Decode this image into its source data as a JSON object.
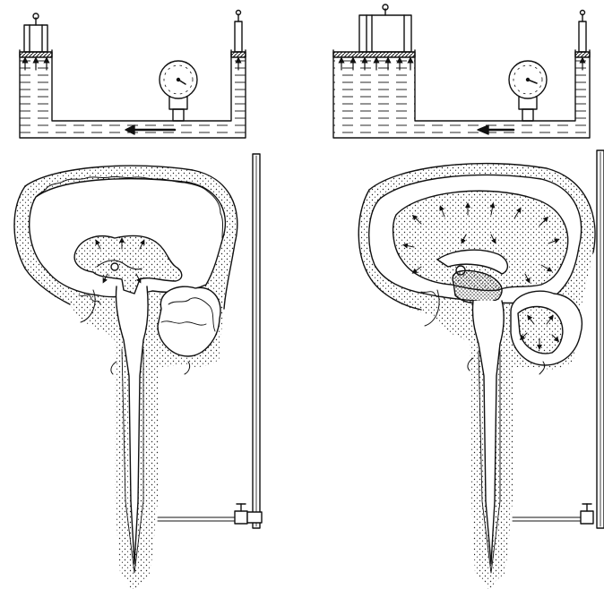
{
  "figure": {
    "panels": [
      {
        "id": "left",
        "state": "normal cerebrospinal fluid pressure"
      },
      {
        "id": "right",
        "state": "increased cerebrospinal fluid pressure (enlarged ventricles)"
      }
    ],
    "colors": {
      "ink": "#111111",
      "paper": "#ffffff",
      "stipple": "#222222"
    },
    "icons": [
      "piston-weight",
      "pressure-gauge",
      "flow-arrow",
      "manometer-tube",
      "stopcock"
    ]
  }
}
